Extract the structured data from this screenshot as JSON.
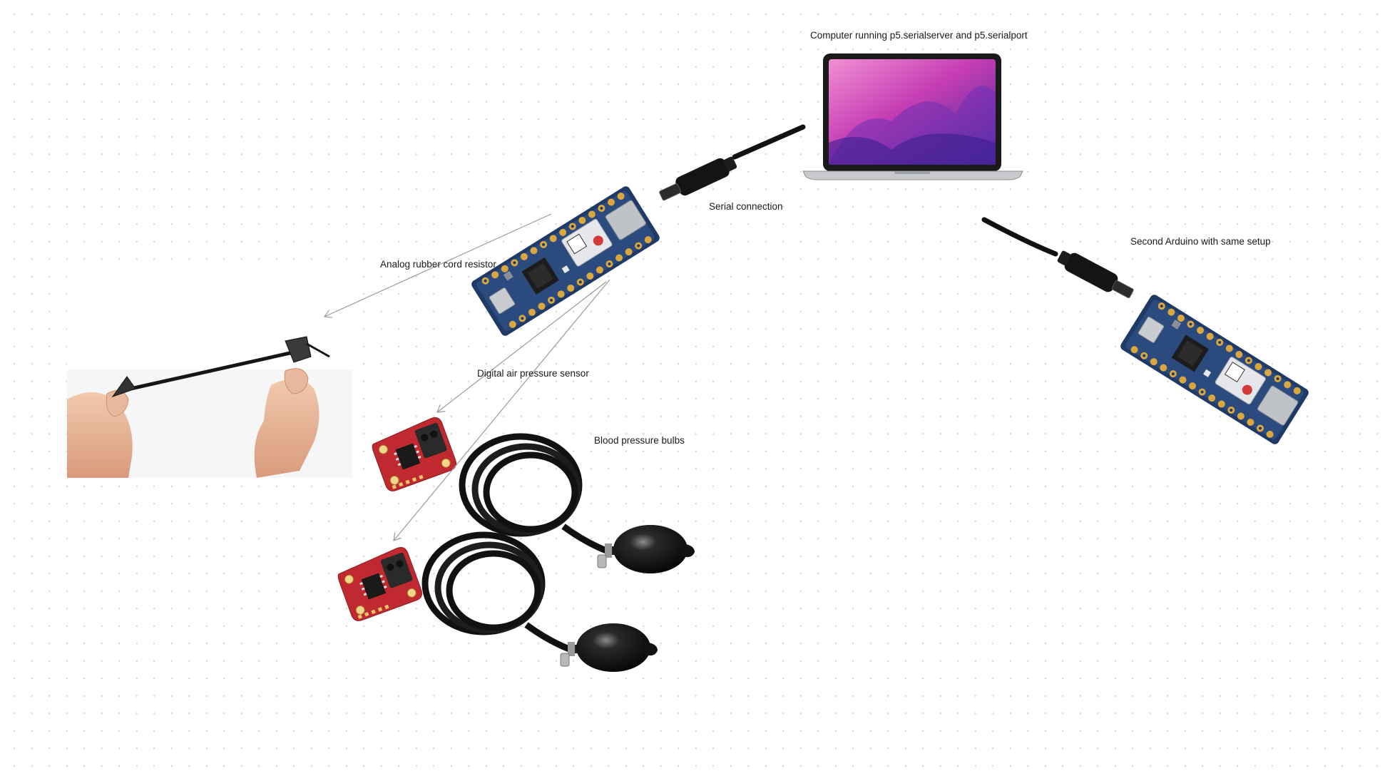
{
  "labels": {
    "computer": "Computer running p5.serialserver and p5.serialport",
    "serial_connection": "Serial connection",
    "second_arduino": "Second Arduino with same setup",
    "rubber_cord": "Analog rubber cord resistor",
    "air_pressure": "Digital air pressure sensor",
    "blood_bulbs": "Blood pressure bulbs"
  },
  "colors": {
    "board_blue": "#1f3a66",
    "pad_gold": "#d9a640",
    "sensor_red": "#c0292f",
    "cable_black": "#111111",
    "laptop_silver": "#c8c9cc",
    "arrow_grey": "#9a9a9a"
  }
}
